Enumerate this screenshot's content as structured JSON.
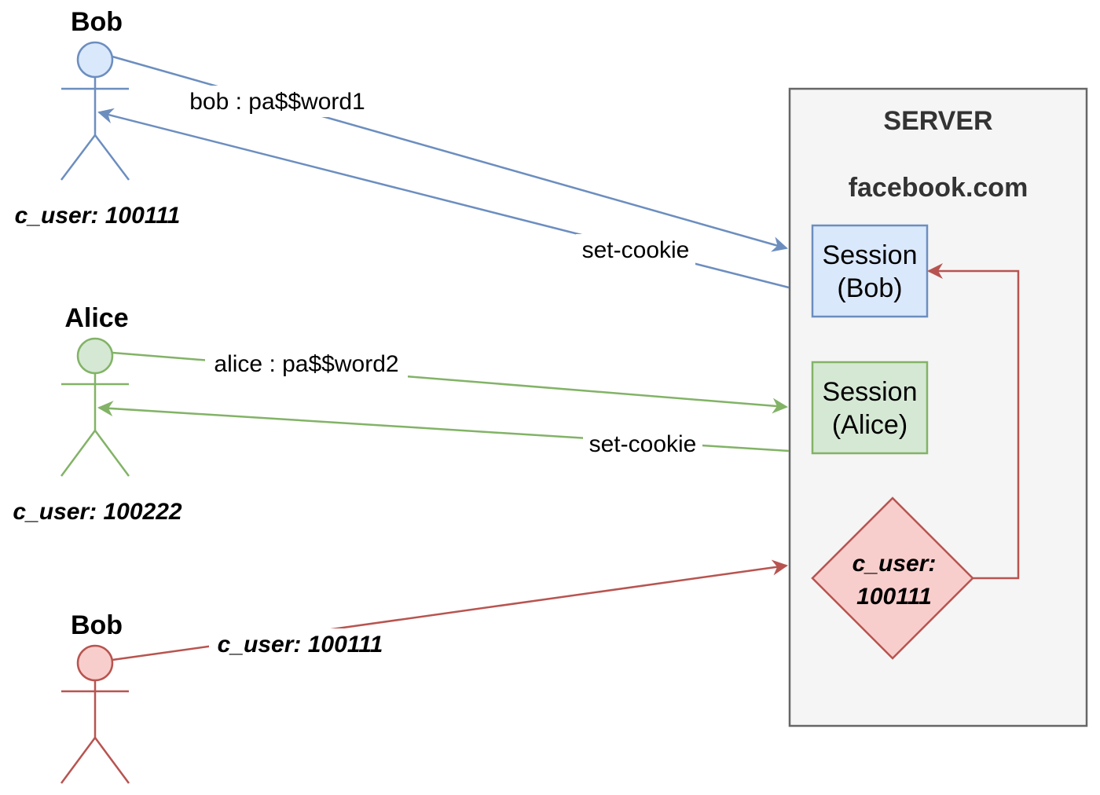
{
  "colors": {
    "blue_stroke": "#6c8ebf",
    "blue_fill": "#dae8fc",
    "green_stroke": "#82b366",
    "green_fill": "#d5e8d4",
    "red_stroke": "#b85450",
    "red_fill": "#f8cecc",
    "server_fill": "#f5f5f5",
    "server_stroke": "#666666"
  },
  "actors": {
    "bob_top": {
      "name": "Bob",
      "cookie": "c_user: 100111"
    },
    "alice": {
      "name": "Alice",
      "cookie": "c_user: 100222"
    },
    "bob_bottom": {
      "name": "Bob"
    }
  },
  "server": {
    "title": "SERVER",
    "domain": "facebook.com",
    "session_bob": {
      "line1": "Session",
      "line2": "(Bob)"
    },
    "session_alice": {
      "line1": "Session",
      "line2": "(Alice)"
    },
    "cookie_check": {
      "line1": "c_user:",
      "line2": "100111"
    }
  },
  "edges": {
    "bob_login": "bob : pa$$word1",
    "bob_set_cookie": "set-cookie",
    "alice_login": "alice : pa$$word2",
    "alice_set_cookie": "set-cookie",
    "bob_replay": "c_user: 100111"
  }
}
